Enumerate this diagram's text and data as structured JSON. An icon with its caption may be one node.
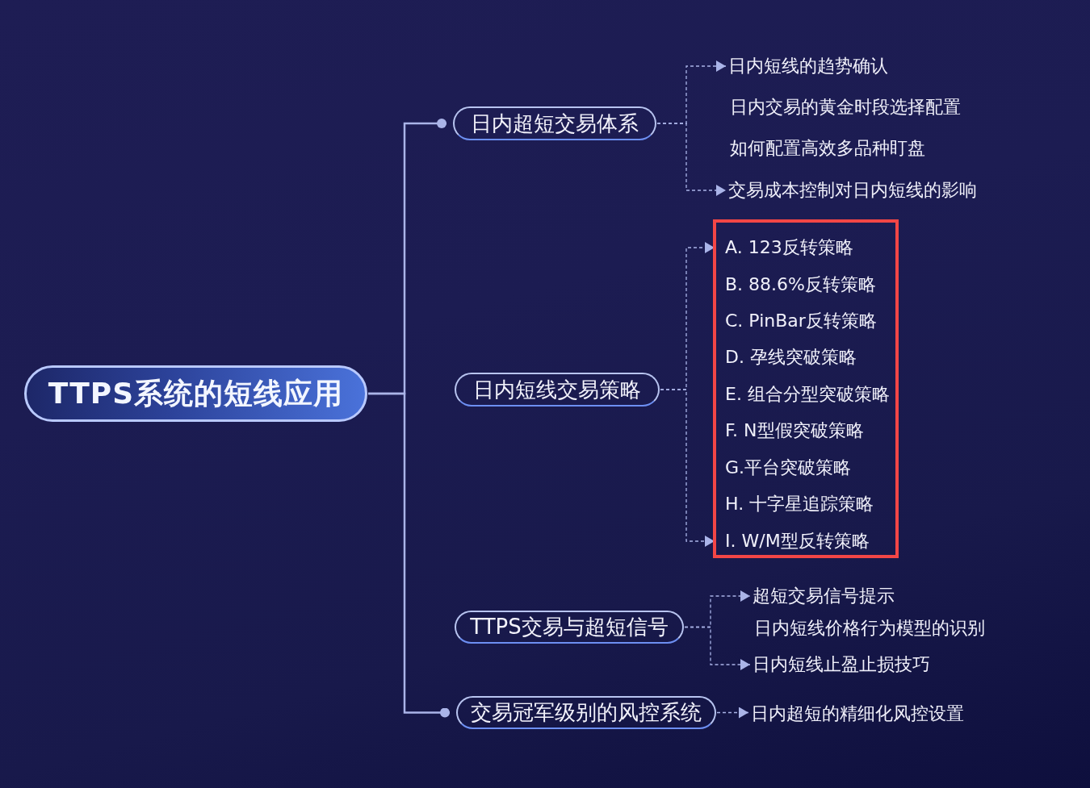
{
  "diagram": {
    "nodes": [
      {
        "text": [
          "TTPS系统的短线应用"
        ]
      },
      {
        "text": [
          "日内超短交易体系"
        ]
      },
      {
        "text": [
          "日内短线的趋势确认"
        ]
      },
      {
        "text": [
          "日内交易的黄金时段选择配置"
        ]
      },
      {
        "text": [
          "如何配置高效多品种盯盘"
        ]
      },
      {
        "text": [
          "交易成本控制对日内短线的影响"
        ]
      },
      {
        "text": [
          "日内短线交易策略"
        ]
      },
      {
        "text": [],
        "shape": "box"
      },
      {
        "text": [
          "A. 123反转策略"
        ],
        "in": 7
      },
      {
        "text": [
          "B. 88.6%反转策略"
        ],
        "in": 7
      },
      {
        "text": [
          "C. PinBar反转策略"
        ],
        "in": 7
      },
      {
        "text": [
          "D. 孕线突破策略"
        ],
        "in": 7
      },
      {
        "text": [
          "E. 组合分型突破策略"
        ],
        "in": 7
      },
      {
        "text": [
          "F. N型假突破策略"
        ],
        "in": 7
      },
      {
        "text": [
          "G.平台突破策略"
        ],
        "in": 7
      },
      {
        "text": [
          "H. 十字星追踪策略"
        ],
        "in": 7
      },
      {
        "text": [
          "I. W/M型反转策略"
        ],
        "in": 7
      },
      {
        "text": [
          "TTPS交易与超短信号"
        ]
      },
      {
        "text": [
          "超短交易信号提示"
        ]
      },
      {
        "text": [
          "日内短线价格行为模型的识别"
        ]
      },
      {
        "text": [
          "日内短线止盈止损技巧"
        ]
      },
      {
        "text": [
          "交易冠军级别的风控系统"
        ]
      },
      {
        "text": [
          "日内超短的精细化风控设置"
        ]
      }
    ],
    "edges": [
      {
        "from": 0,
        "to": 1,
        "arrow": "other"
      },
      {
        "from": 0,
        "to": 21,
        "arrow": "other"
      },
      {
        "from": 1,
        "to": 2,
        "arrow": "to",
        "style": "dashed"
      },
      {
        "from": 1,
        "to": 5,
        "arrow": "to",
        "style": "dashed"
      },
      {
        "from": 6,
        "to": 8,
        "arrow": "to",
        "style": "dashed"
      },
      {
        "from": 6,
        "to": 16,
        "arrow": "to",
        "style": "dashed"
      },
      {
        "from": 17,
        "to": 18,
        "arrow": "to",
        "style": "dashed"
      },
      {
        "from": 17,
        "to": 20,
        "arrow": "to",
        "style": "dashed"
      },
      {
        "from": 21,
        "to": 22,
        "arrow": "to",
        "style": "dashed"
      }
    ]
  }
}
